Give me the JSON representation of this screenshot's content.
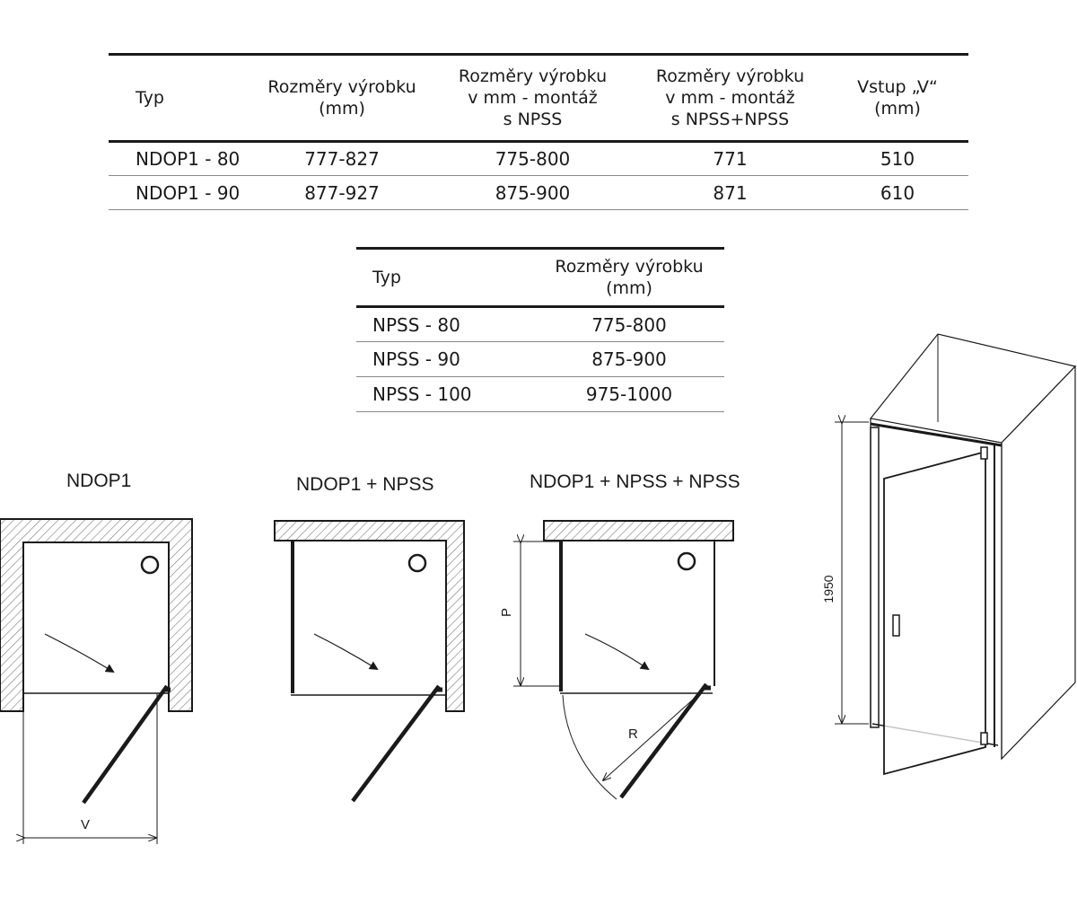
{
  "table_main": {
    "headers": [
      [
        "Typ"
      ],
      [
        "Rozměry výrobku",
        "(mm)"
      ],
      [
        "Rozměry výrobku",
        "v mm - montáž",
        "s NPSS"
      ],
      [
        "Rozměry výrobku",
        "v mm - montáž",
        "s NPSS+NPSS"
      ],
      [
        "Vstup „V“",
        "(mm)"
      ]
    ],
    "rows": [
      [
        "NDOP1 - 80",
        "777-827",
        "775-800",
        "771",
        "510"
      ],
      [
        "NDOP1 - 90",
        "877-927",
        "875-900",
        "871",
        "610"
      ]
    ]
  },
  "table_npss": {
    "headers": [
      [
        "Typ"
      ],
      [
        "Rozměry výrobku",
        "(mm)"
      ]
    ],
    "rows": [
      [
        "NPSS - 80",
        "775-800"
      ],
      [
        "NPSS - 90",
        "875-900"
      ],
      [
        "NPSS - 100",
        "975-1000"
      ]
    ]
  },
  "diagrams": {
    "d1": {
      "title": "NDOP1",
      "label_v": "V"
    },
    "d2": {
      "title": "NDOP1 + NPSS"
    },
    "d3": {
      "title": "NDOP1 + NPSS + NPSS",
      "label_p": "P",
      "label_r": "R"
    },
    "d4": {
      "label_height": "1950"
    }
  }
}
